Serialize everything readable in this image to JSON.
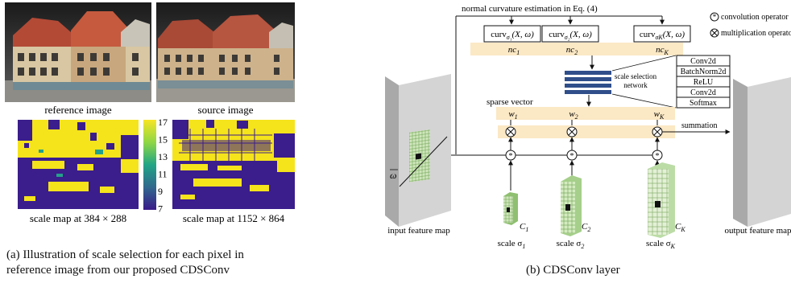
{
  "left": {
    "reference_label": "reference image",
    "source_label": "source image",
    "scale_map_low": "scale map at 384 × 288",
    "scale_map_high": "scale map at 1152 × 864",
    "colorbar_ticks": [
      "17",
      "15",
      "13",
      "11",
      "9",
      "7"
    ],
    "caption_line1": "(a) Illustration of scale selection for each pixel in",
    "caption_line2": "reference image from our proposed CDSConv"
  },
  "right": {
    "top_label": "normal curvature estimation in Eq. (4)",
    "legend_conv": "convolution operator",
    "legend_mult": "multiplication operator",
    "curv_boxes": [
      "curv",
      "curv",
      "curv"
    ],
    "curv_subs": [
      "σ₁",
      "σ₂",
      "σK"
    ],
    "curv_args": "(X, ω)",
    "nc_labels": [
      "nc",
      "nc",
      "nc"
    ],
    "nc_subs": [
      "1",
      "2",
      "K"
    ],
    "network_label_1": "scale selection",
    "network_label_2": "network",
    "network_layers": [
      "Conv2d",
      "BatchNorm2d",
      "ReLU",
      "Conv2d",
      "Softmax"
    ],
    "sparse_vector_label": "sparse vector",
    "w_labels": [
      "w",
      "w",
      "w"
    ],
    "w_subs": [
      "1",
      "2",
      "K"
    ],
    "summation_label": "summation",
    "omega_label": "ω",
    "input_label": "input feature map",
    "output_label": "output feature map",
    "c_labels": [
      "C",
      "C",
      "C"
    ],
    "c_subs": [
      "1",
      "2",
      "K"
    ],
    "scale_labels": [
      "scale σ",
      "scale σ",
      "scale σ"
    ],
    "scale_subs": [
      "1",
      "2",
      "K"
    ],
    "caption": "(b) CDSConv layer"
  }
}
